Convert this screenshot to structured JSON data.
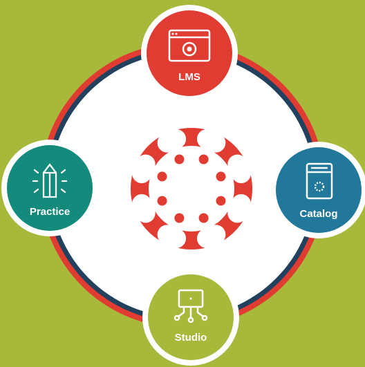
{
  "colors": {
    "background": "#a8b83a",
    "ring_outer": "#e03c31",
    "ring_inner": "#22415e",
    "center": "#ffffff",
    "logo": "#e03c31",
    "lms": "#e03c31",
    "practice": "#138a7c",
    "catalog": "#21789a",
    "studio": "#a8b83a"
  },
  "nodes": {
    "lms": {
      "label": "LMS",
      "icon": "browser-window-logo-icon"
    },
    "practice": {
      "label": "Practice",
      "icon": "crystal-sparkle-icon"
    },
    "catalog": {
      "label": "Catalog",
      "icon": "book-logo-icon"
    },
    "studio": {
      "label": "Studio",
      "icon": "screen-circuit-icon"
    }
  },
  "center": {
    "icon": "canvas-logo-icon"
  }
}
